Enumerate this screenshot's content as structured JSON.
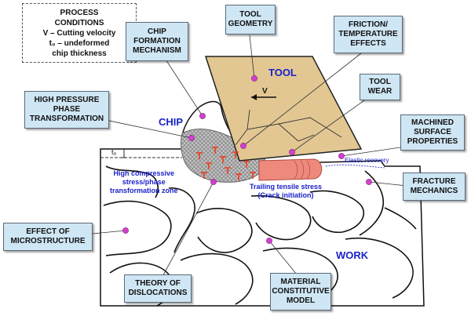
{
  "conditions": {
    "line1": "PROCESS",
    "line2": "CONDITIONS",
    "line3": "V – Cutting velocity",
    "line4": "t₀ – undeformed",
    "line5": "chip thickness"
  },
  "boxes": {
    "tool_geometry": [
      "TOOL",
      "GEOMETRY"
    ],
    "chip_formation": [
      "CHIP",
      "FORMATION",
      "MECHANISM"
    ],
    "friction": [
      "FRICTION/",
      "TEMPERATURE",
      "EFFECTS"
    ],
    "tool_wear": [
      "TOOL",
      "WEAR"
    ],
    "high_pressure": [
      "HIGH PRESSURE",
      "PHASE",
      "TRANSFORMATION"
    ],
    "machined_surface": [
      "MACHINED",
      "SURFACE",
      "PROPERTIES"
    ],
    "fracture": [
      "FRACTURE",
      "MECHANICS"
    ],
    "microstructure": [
      "EFFECT OF",
      "MICROSTRUCTURE"
    ],
    "dislocations": [
      "THEORY OF",
      "DISLOCATIONS"
    ],
    "constitutive": [
      "MATERIAL",
      "CONSTITUTIVE",
      "MODEL"
    ]
  },
  "labels": {
    "tool": "TOOL",
    "chip": "CHIP",
    "work": "WORK",
    "velocity": "V",
    "t0": "t₀",
    "elastic_recovery": "Elastic recovery",
    "compressive": [
      "High compressive",
      "stress/phase",
      "transformation zone"
    ],
    "tensile": [
      "Trailing tensile stress",
      "(Crack initiation)"
    ]
  },
  "colors": {
    "box_fill": "#cfe6f4",
    "tool_fill": "#e2c792",
    "shear_zone": "#b0b0b0",
    "dislocation": "#e6462b",
    "tensile_zone": "#ee8a7c",
    "dot": "#d43fd0",
    "label_blue": "#1a22c8"
  }
}
